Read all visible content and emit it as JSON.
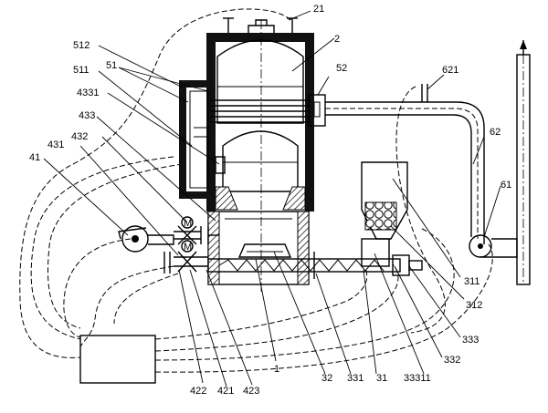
{
  "callouts": [
    {
      "id": "21",
      "text": "21"
    },
    {
      "id": "2",
      "text": "2"
    },
    {
      "id": "512",
      "text": "512"
    },
    {
      "id": "51",
      "text": "51"
    },
    {
      "id": "52",
      "text": "52"
    },
    {
      "id": "511",
      "text": "511"
    },
    {
      "id": "621",
      "text": "621"
    },
    {
      "id": "4331",
      "text": "4331"
    },
    {
      "id": "433",
      "text": "433"
    },
    {
      "id": "62",
      "text": "62"
    },
    {
      "id": "432",
      "text": "432"
    },
    {
      "id": "431",
      "text": "431"
    },
    {
      "id": "41",
      "text": "41"
    },
    {
      "id": "61",
      "text": "61"
    },
    {
      "id": "311",
      "text": "311"
    },
    {
      "id": "312",
      "text": "312"
    },
    {
      "id": "333",
      "text": "333"
    },
    {
      "id": "332",
      "text": "332"
    },
    {
      "id": "33311",
      "text": "33311"
    },
    {
      "id": "31",
      "text": "31"
    },
    {
      "id": "331",
      "text": "331"
    },
    {
      "id": "32",
      "text": "32"
    },
    {
      "id": "1",
      "text": "1"
    },
    {
      "id": "423",
      "text": "423"
    },
    {
      "id": "421",
      "text": "421"
    },
    {
      "id": "422",
      "text": "422"
    }
  ],
  "valve_marks": {
    "upper": "M",
    "lower": "M"
  }
}
